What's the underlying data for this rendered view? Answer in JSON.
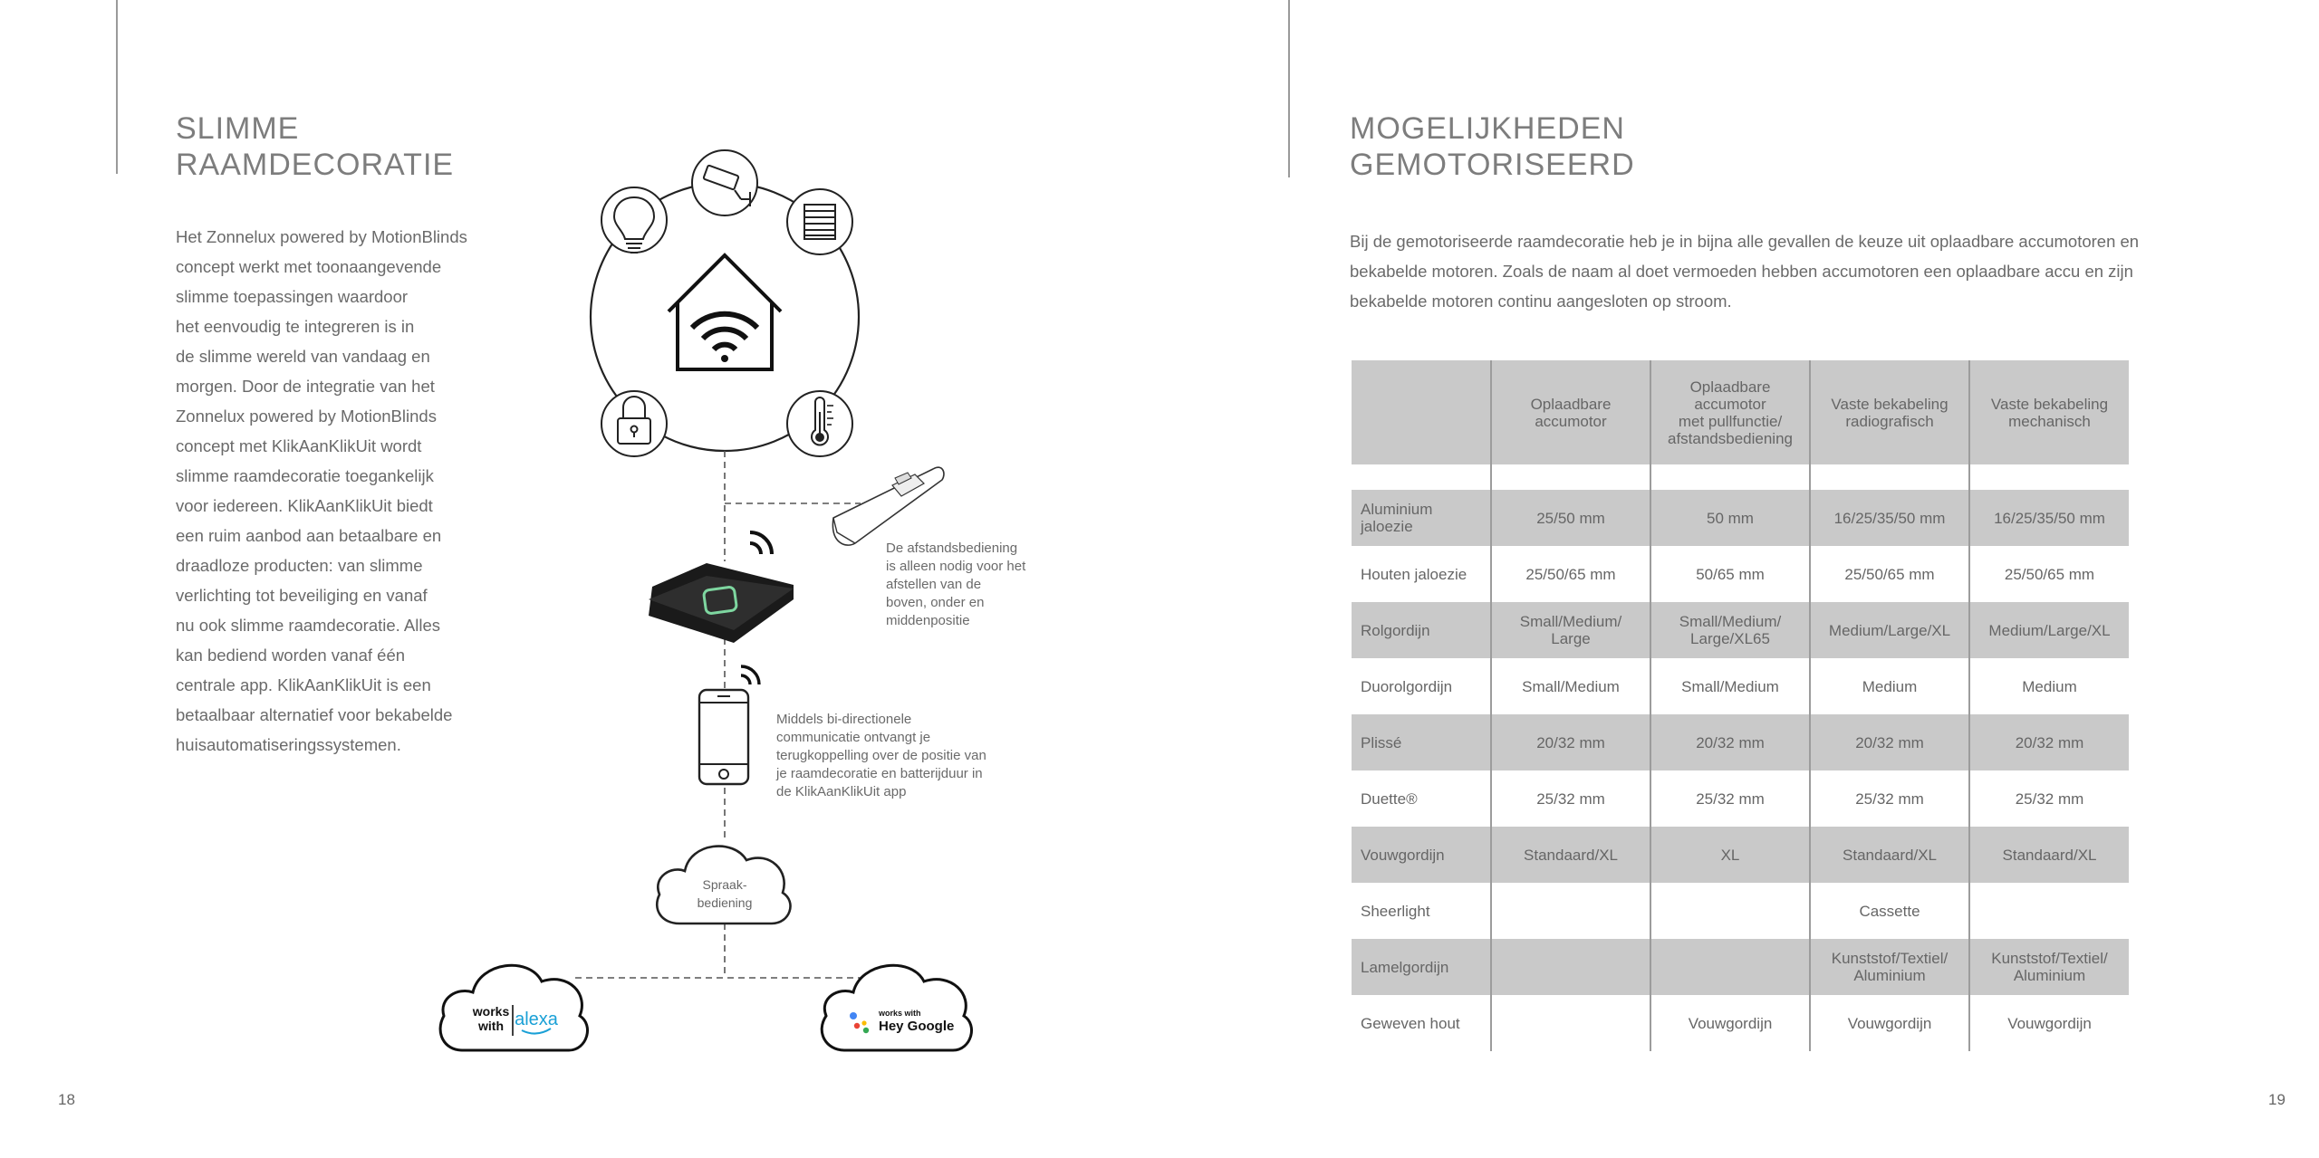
{
  "left_page": {
    "heading": [
      "SLIMME",
      "RAAMDECORATIE"
    ],
    "paragraph_lines": [
      "Het Zonnelux powered by MotionBlinds",
      "concept werkt met toonaangevende",
      "slimme toepassingen waardoor",
      "het eenvoudig te integreren is in",
      "de slimme wereld van vandaag en",
      "morgen. Door de integratie van het",
      "Zonnelux powered by MotionBlinds",
      "concept met KlikAanKlikUit wordt",
      "slimme raamdecoratie toegankelijk",
      "voor iedereen. KlikAanKlikUit biedt",
      "een ruim aanbod aan betaalbare en",
      "draadloze producten: van slimme",
      "verlichting tot beveiliging en vanaf",
      "nu ook slimme raamdecoratie. Alles",
      "kan bediend worden vanaf één",
      "centrale app. KlikAanKlikUit is een",
      "betaalbaar alternatief voor bekabelde",
      "huisautomatiseringssystemen."
    ],
    "page_number": "18"
  },
  "diagram": {
    "remote_note": [
      "De afstandsbediening",
      "is alleen nodig voor het",
      "afstellen van de",
      "boven, onder en",
      "middenpositie"
    ],
    "phone_note": [
      "Middels bi-directionele",
      "communicatie ontvangt je",
      "terugkoppelling over de positie van",
      "je raamdecoratie en batterijduur in",
      "de KlikAanKlikUit app"
    ],
    "voice_cloud": [
      "Spraak-",
      "bediening"
    ],
    "alexa_badge": [
      "works",
      "with",
      "alexa"
    ],
    "google_badge": [
      "works with",
      "Hey Google"
    ],
    "icons": [
      "lightbulb-icon",
      "security-camera-icon",
      "blinds-icon",
      "house-wifi-icon",
      "lock-icon",
      "thermometer-icon",
      "remote-control-icon",
      "hub-device-icon",
      "smartphone-icon",
      "wifi-signal-icon",
      "cloud-icon"
    ],
    "hub_glow_color": "#7ed6a0"
  },
  "right_page": {
    "heading": [
      "MOGELIJKHEDEN",
      "GEMOTORISEERD"
    ],
    "intro_lines": [
      "Bij de gemotoriseerde raamdecoratie heb je in bijna alle gevallen de keuze uit oplaadbare accumotoren en",
      "bekabelde motoren. Zoals de naam al doet vermoeden hebben accumotoren een oplaadbare accu en zijn",
      "bekabelde motoren continu aangesloten op stroom."
    ],
    "table": {
      "columns": [
        [
          "Oplaadbare",
          "accumotor"
        ],
        [
          "Oplaadbare",
          "accumotor",
          "met pullfunctie/",
          "afstandsbediening"
        ],
        [
          "Vaste bekabeling",
          "radiografisch"
        ],
        [
          "Vaste bekabeling",
          "mechanisch"
        ]
      ],
      "rows": [
        {
          "label": [
            "Aluminium",
            "jaloezie"
          ],
          "cells": [
            [
              "25/50 mm"
            ],
            [
              "50 mm"
            ],
            [
              "16/25/35/50 mm"
            ],
            [
              "16/25/35/50 mm"
            ]
          ]
        },
        {
          "label": [
            "Houten jaloezie"
          ],
          "cells": [
            [
              "25/50/65 mm"
            ],
            [
              "50/65 mm"
            ],
            [
              "25/50/65 mm"
            ],
            [
              "25/50/65 mm"
            ]
          ]
        },
        {
          "label": [
            "Rolgordijn"
          ],
          "cells": [
            [
              "Small/Medium/",
              "Large"
            ],
            [
              "Small/Medium/",
              "Large/XL65"
            ],
            [
              "Medium/Large/XL"
            ],
            [
              "Medium/Large/XL"
            ]
          ]
        },
        {
          "label": [
            "Duorolgordijn"
          ],
          "cells": [
            [
              "Small/Medium"
            ],
            [
              "Small/Medium"
            ],
            [
              "Medium"
            ],
            [
              "Medium"
            ]
          ]
        },
        {
          "label": [
            "Plissé"
          ],
          "cells": [
            [
              "20/32 mm"
            ],
            [
              "20/32 mm"
            ],
            [
              "20/32 mm"
            ],
            [
              "20/32 mm"
            ]
          ]
        },
        {
          "label": [
            "Duette®"
          ],
          "cells": [
            [
              "25/32 mm"
            ],
            [
              "25/32 mm"
            ],
            [
              "25/32 mm"
            ],
            [
              "25/32 mm"
            ]
          ]
        },
        {
          "label": [
            "Vouwgordijn"
          ],
          "cells": [
            [
              "Standaard/XL"
            ],
            [
              "XL"
            ],
            [
              "Standaard/XL"
            ],
            [
              "Standaard/XL"
            ]
          ]
        },
        {
          "label": [
            "Sheerlight"
          ],
          "cells": [
            [
              ""
            ],
            [
              ""
            ],
            [
              "Cassette"
            ],
            [
              ""
            ]
          ]
        },
        {
          "label": [
            "Lamelgordijn"
          ],
          "cells": [
            [
              ""
            ],
            [
              ""
            ],
            [
              "Kunststof/Textiel/",
              "Aluminium"
            ],
            [
              "Kunststof/Textiel/",
              "Aluminium"
            ]
          ]
        },
        {
          "label": [
            "Geweven hout"
          ],
          "cells": [
            [
              ""
            ],
            [
              "Vouwgordijn"
            ],
            [
              "Vouwgordijn"
            ],
            [
              "Vouwgordijn"
            ]
          ]
        }
      ]
    },
    "page_number": "19"
  },
  "colors": {
    "table_shade": "#c9c9c9",
    "rule": "#9a9a9a",
    "heading": "#7d7d7d",
    "text": "#6a6a6a"
  }
}
